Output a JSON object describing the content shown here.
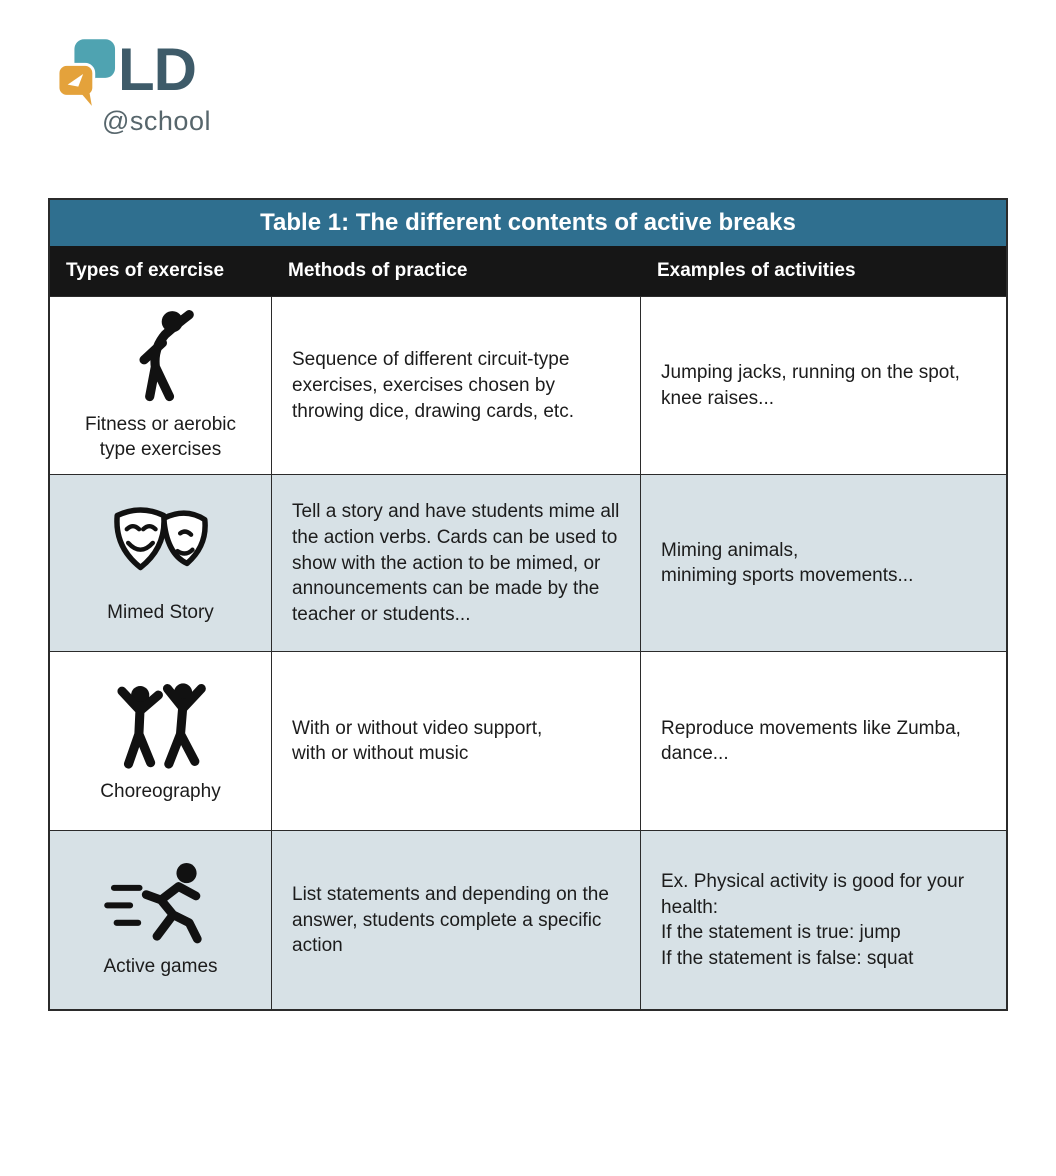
{
  "logo": {
    "ld": "LD",
    "school": "@school",
    "bubble_teal_color": "#4fa3b1",
    "bubble_orange_color": "#e4a23b",
    "ld_color": "#3e5b69"
  },
  "table": {
    "title": "Table 1: The different contents of active breaks",
    "columns": [
      "Types of exercise",
      "Methods of practice",
      "Examples of activities"
    ],
    "rows": [
      {
        "icon": "fitness-icon",
        "label": "Fitness or aerobic\ntype exercises",
        "method": "Sequence of different circuit-type exercises, exercises chosen by throwing dice, drawing cards, etc.",
        "examples": "Jumping jacks, running on the spot, knee raises..."
      },
      {
        "icon": "theater-masks-icon",
        "label": "Mimed Story",
        "method": "Tell a story and have students mime all the action verbs. Cards can be used to show with the action to be mimed, or announcements can be made by the teacher or students...",
        "examples": "Miming animals,\nminiming sports movements..."
      },
      {
        "icon": "choreography-icon",
        "label": "Choreography",
        "method": "With or without video support,\nwith or without music",
        "examples": "Reproduce movements like Zumba, dance..."
      },
      {
        "icon": "running-icon",
        "label": "Active games",
        "method": "List statements and depending on the answer, students complete a specific action",
        "examples": "Ex. Physical activity is good for your health:\nIf the statement is true: jump\nIf the statement is false: squat"
      }
    ],
    "colors": {
      "title_bg": "#2f6f8f",
      "header_bg": "#161616",
      "row_alt_bg": "#d7e1e6",
      "border": "#2b2b2b"
    }
  }
}
